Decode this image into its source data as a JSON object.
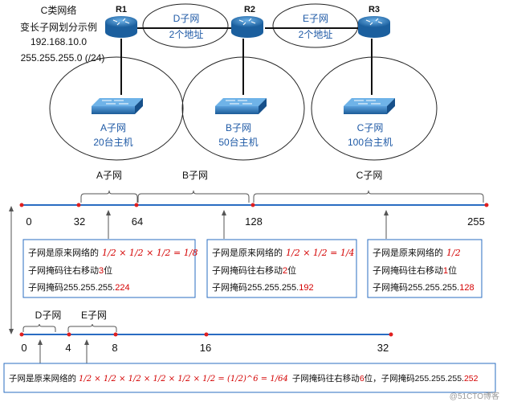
{
  "header": {
    "line1": "C类网络",
    "line2": "变长子网划分示例",
    "line3": "192.168.10.0",
    "line4": "255.255.255.0 (/24)"
  },
  "routers": [
    {
      "name": "R1"
    },
    {
      "name": "R2"
    },
    {
      "name": "R3"
    }
  ],
  "links": [
    {
      "line1": "D子网",
      "line2": "2个地址"
    },
    {
      "line1": "E子网",
      "line2": "2个地址"
    }
  ],
  "lans": [
    {
      "line1": "A子网",
      "line2": "20台主机"
    },
    {
      "line1": "B子网",
      "line2": "50台主机"
    },
    {
      "line1": "C子网",
      "line2": "100台主机"
    }
  ],
  "axis1": {
    "ticks": [
      "0",
      "32",
      "64",
      "128",
      "255"
    ],
    "ranges": [
      "A子网",
      "B子网",
      "C子网"
    ]
  },
  "axis2": {
    "ticks": [
      "0",
      "4",
      "8",
      "16",
      "32"
    ],
    "ranges": [
      "D子网",
      "E子网"
    ]
  },
  "boxes": {
    "a": {
      "line1_prefix": "子网是原来网络的",
      "line1_frac": "1/2 × 1/2 × 1/2 = 1/8",
      "line2_prefix": "子网掩码往右移动",
      "line2_num": "3",
      "line2_suffix": "位",
      "line3_prefix": "子网掩码255.255.255.",
      "line3_num": "224"
    },
    "b": {
      "line1_prefix": "子网是原来网络的",
      "line1_frac": "1/2 × 1/2 = 1/4",
      "line2_prefix": "子网掩码往右移动",
      "line2_num": "2",
      "line2_suffix": "位",
      "line3_prefix": "子网掩码255.255.255.",
      "line3_num": "192"
    },
    "c": {
      "line1_prefix": "子网是原来网络的",
      "line1_frac": "1/2",
      "line2_prefix": "子网掩码往右移动",
      "line2_num": "1",
      "line2_suffix": "位",
      "line3_prefix": "子网掩码255.255.255.",
      "line3_num": "128"
    },
    "bottom": {
      "prefix": "子网是原来网络的",
      "frac": "1/2 × 1/2 × 1/2 × 1/2 × 1/2 × 1/2 = (1/2)^6 = 1/64",
      "mid": "子网掩码往右移动",
      "num": "6",
      "mid2": "位，子网掩码255.255.255.",
      "mask": "252"
    }
  },
  "watermark": "@51CTO博客",
  "colors": {
    "accent": "#2a6cc2",
    "red": "#d40000",
    "router": "#2f7fc1",
    "dot": "#e02020"
  }
}
